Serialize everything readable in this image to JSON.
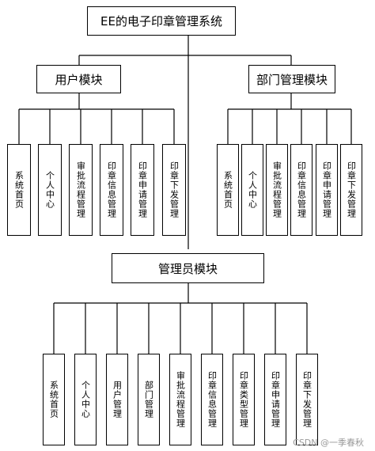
{
  "root": {
    "label": "EE的电子印章管理系统"
  },
  "modules": [
    {
      "label": "用户模块",
      "items": [
        "系统首页",
        "个人中心",
        "审批流程管理",
        "印章信息管理",
        "印章申请管理",
        "印章下发管理"
      ]
    },
    {
      "label": "部门管理模块",
      "items": [
        "系统首页",
        "个人中心",
        "审批流程管理",
        "印章信息管理",
        "印章申请管理",
        "印章下发管理"
      ]
    },
    {
      "label": "管理员模块",
      "items": [
        "系统首页",
        "个人中心",
        "用户管理",
        "部门管理",
        "审批流程管理",
        "印章信息管理",
        "印章类型管理",
        "印章申请管理",
        "印章下发管理"
      ]
    }
  ],
  "watermark": "CSDN @一季春秋"
}
